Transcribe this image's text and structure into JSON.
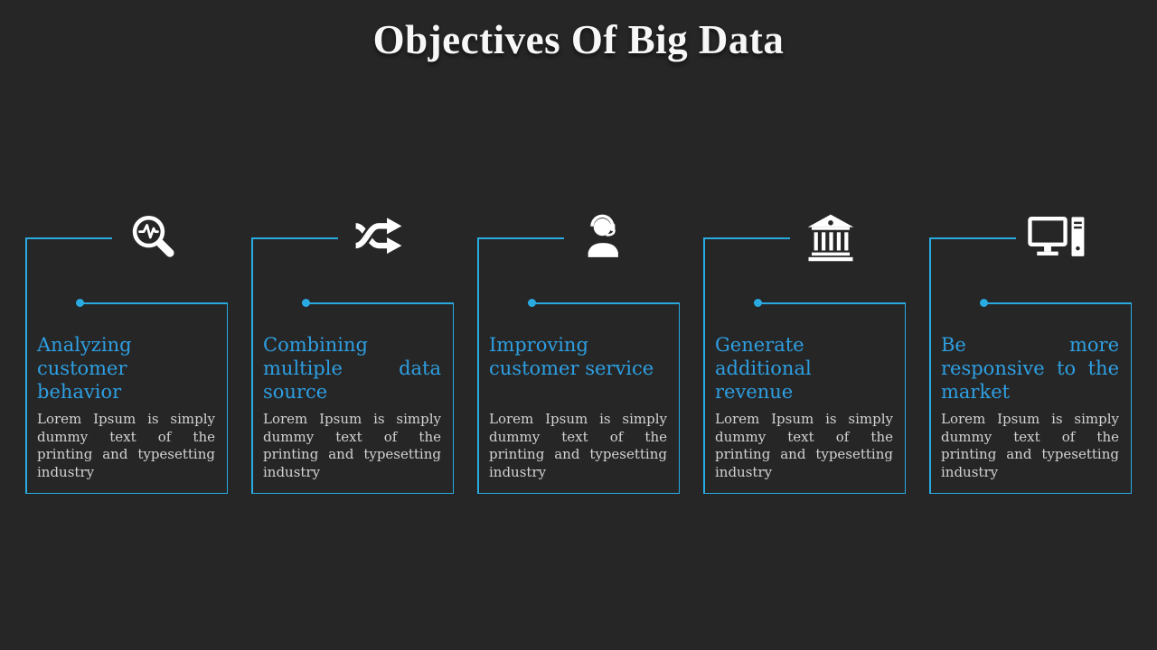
{
  "slide": {
    "title": "Objectives Of Big Data",
    "colors": {
      "background": "#262626",
      "accent": "#29abe2",
      "heading": "#2e9fe2",
      "body_text": "#d2d2d2",
      "icon": "#ffffff"
    }
  },
  "cards": [
    {
      "icon": "analytics-magnifier-icon",
      "heading": "Analyzing customer behavior",
      "body": "Lorem Ipsum is simply dummy text of the printing and typesetting industry"
    },
    {
      "icon": "shuffle-arrows-icon",
      "heading": "Combining multiple data source",
      "body": "Lorem Ipsum is simply dummy text of the printing and typesetting industry"
    },
    {
      "icon": "customer-support-icon",
      "heading": "Improving customer service",
      "body": "Lorem Ipsum is simply dummy text of the printing and typesetting industry"
    },
    {
      "icon": "bank-building-icon",
      "heading": "Generate additional revenue",
      "body": "Lorem Ipsum is simply dummy text of the printing and typesetting industry"
    },
    {
      "icon": "desktop-computer-icon",
      "heading": "Be more responsive to the market",
      "body": "Lorem Ipsum is simply dummy text of the printing and typesetting industry"
    }
  ]
}
